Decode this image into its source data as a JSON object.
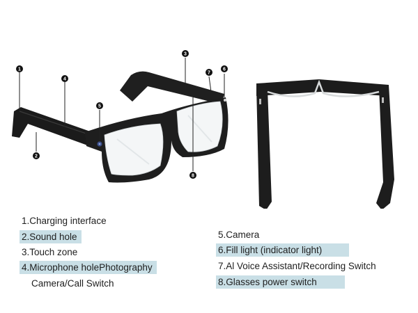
{
  "callouts": [
    "1",
    "2",
    "3",
    "4",
    "5",
    "6",
    "7",
    "8"
  ],
  "legend_left": [
    {
      "text": "1.Charging interface",
      "highlight": false
    },
    {
      "text": "2.Sound hole",
      "highlight": true
    },
    {
      "text": "3.Touch zone",
      "highlight": false
    },
    {
      "text": "4.Microphone holePhotography",
      "highlight": true
    },
    {
      "text": "Camera/Call Switch",
      "highlight": false
    }
  ],
  "legend_right": [
    {
      "text": "5.Camera",
      "highlight": false
    },
    {
      "text": "6.Fill light (indicator light)",
      "highlight": true
    },
    {
      "text": "7.Al Voice Assistant/Recording Switch",
      "highlight": false
    },
    {
      "text": "8.Glasses power switch",
      "highlight": true
    }
  ],
  "colors": {
    "highlight": "#c9dfe6",
    "frame": "#1c1c1c",
    "callout": "#111111"
  }
}
